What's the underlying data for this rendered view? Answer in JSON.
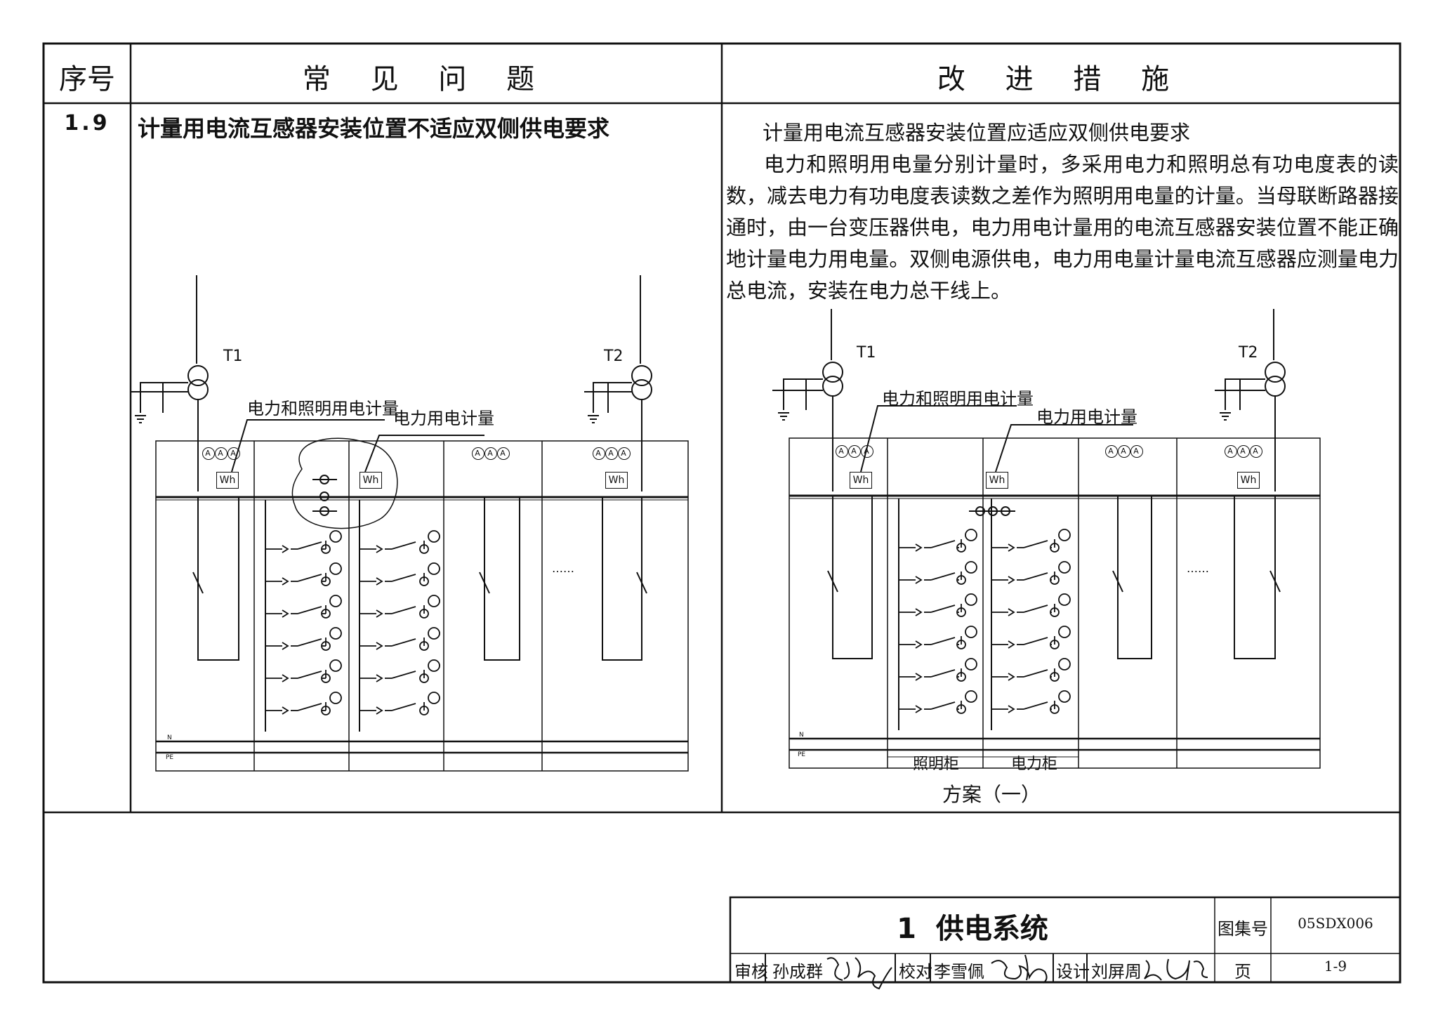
{
  "table": {
    "headers": {
      "index": "序号",
      "problem": "常 见 问 题",
      "improvement": "改 进 措 施"
    },
    "row": {
      "index": "1.9",
      "problem_title": "计量用电流互感器安装位置不适应双侧供电要求",
      "improvement_title": "计量用电流互感器安装位置应适应双侧供电要求",
      "improvement_body": "电力和照明用电量分别计量时，多采用电力和照明总有功电度表的读数，减去电力有功电度表读数之差作为照明用电量的计量。当母联断路器接通时，由一台变压器供电，电力用电计量用的电流互感器安装位置不能正确地计量电力用电量。双侧电源供电，电力用电量计量电流互感器应测量电力总电流，安装在电力总干线上。"
    }
  },
  "diagram_left": {
    "transformer_1": "T1",
    "transformer_2": "T2",
    "label_total_meter": "电力和照明用电计量",
    "label_power_meter": "电力用电计量",
    "meter_symbol": "Wh",
    "ammeter_symbol": "A",
    "ellipsis": "……",
    "bus_n": "N",
    "bus_pe": "PE"
  },
  "diagram_right": {
    "transformer_1": "T1",
    "transformer_2": "T2",
    "label_total_meter": "电力和照明用电计量",
    "label_power_meter": "电力用电计量",
    "meter_symbol": "Wh",
    "ammeter_symbol": "A",
    "ellipsis": "……",
    "bus_n": "N",
    "bus_pe": "PE",
    "cabinet_lighting": "照明柜",
    "cabinet_power": "电力柜",
    "caption": "方案（一）"
  },
  "title_block": {
    "title": "1  供电系统",
    "atlas_label": "图集号",
    "atlas_no": "05SDX006",
    "review_label": "审核",
    "reviewer": "孙成群",
    "check_label": "校对",
    "checker": "李雪佩",
    "design_label": "设计",
    "designer": "刘屏周",
    "page_label": "页",
    "page_no": "1-9"
  }
}
